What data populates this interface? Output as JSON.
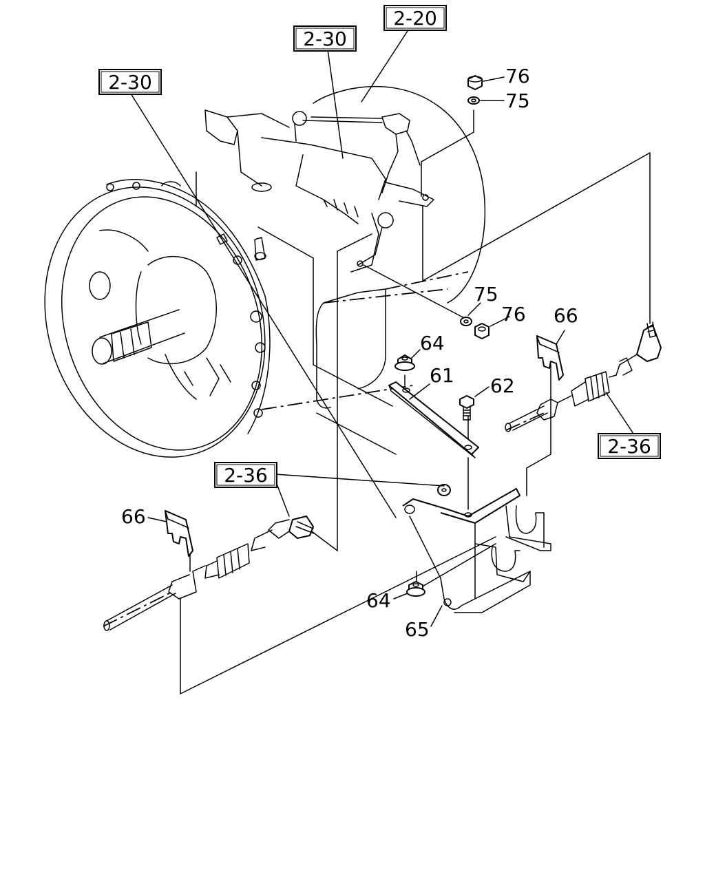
{
  "references": {
    "ref_2_20": "2-20",
    "ref_2_30_top": "2-30",
    "ref_2_30_left": "2-30",
    "ref_2_36_right": "2-36",
    "ref_2_36_left": "2-36"
  },
  "callouts": {
    "c76_top": "76",
    "c75_top": "75",
    "c75_mid": "75",
    "c76_mid": "76",
    "c66_right": "66",
    "c64_top": "64",
    "c61": "61",
    "c62": "62",
    "c66_left": "66",
    "c64_bottom": "64",
    "c65": "65"
  }
}
